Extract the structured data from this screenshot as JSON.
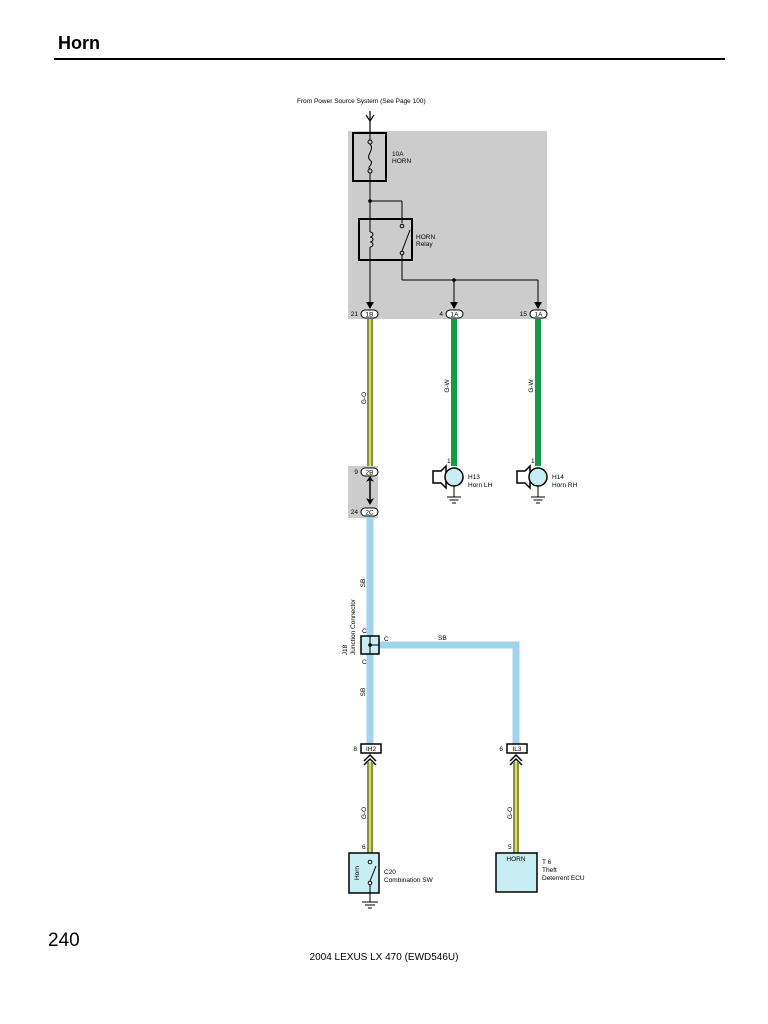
{
  "page": {
    "title": "Horn",
    "page_number": "240",
    "footer": "2004 LEXUS LX 470 (EWD546U)"
  },
  "diagram": {
    "source_note": "From Power Source System (See Page 100)",
    "fuse": {
      "rating": "10A",
      "name": "HORN"
    },
    "relay": {
      "name": "HORN",
      "type": "Relay"
    },
    "junction_block_pins": [
      {
        "pin": "21",
        "connector": "1B"
      },
      {
        "pin": "4",
        "connector": "1A"
      },
      {
        "pin": "15",
        "connector": "1A"
      }
    ],
    "wire_colors": {
      "g_o": "G-O",
      "g_w": "G-W",
      "sb": "SB"
    },
    "horn_lh": {
      "pin": "1",
      "code": "H13",
      "name": "Horn LH"
    },
    "horn_rh": {
      "pin": "1",
      "code": "H14",
      "name": "Horn RH"
    },
    "relay_block_pins": [
      {
        "pin": "9",
        "connector": "2B"
      },
      {
        "pin": "24",
        "connector": "2C"
      }
    ],
    "junction_connector": {
      "code": "J18",
      "name": "Junction Connector",
      "pin_top": "C",
      "pin_right": "C",
      "pin_bottom": "C"
    },
    "inline_connectors": [
      {
        "pin": "8",
        "connector": "IH2"
      },
      {
        "pin": "6",
        "connector": "IL3"
      }
    ],
    "combination_switch": {
      "pin": "6",
      "code": "C20",
      "name": "Combination SW",
      "label": "Horn"
    },
    "theft_ecu": {
      "pin": "5",
      "code": "T 6",
      "name_line1": "Theft",
      "name_line2": "Deterrent ECU",
      "terminal": "HORN"
    },
    "colors": {
      "block_gray": "#cccccc",
      "wire_go_main": "#7d9a3a",
      "wire_go_stripe": "#e8cf7a",
      "wire_gw": "#159a4a",
      "wire_sb": "#9fd3ee",
      "component_fill": "#c6eef3"
    }
  }
}
